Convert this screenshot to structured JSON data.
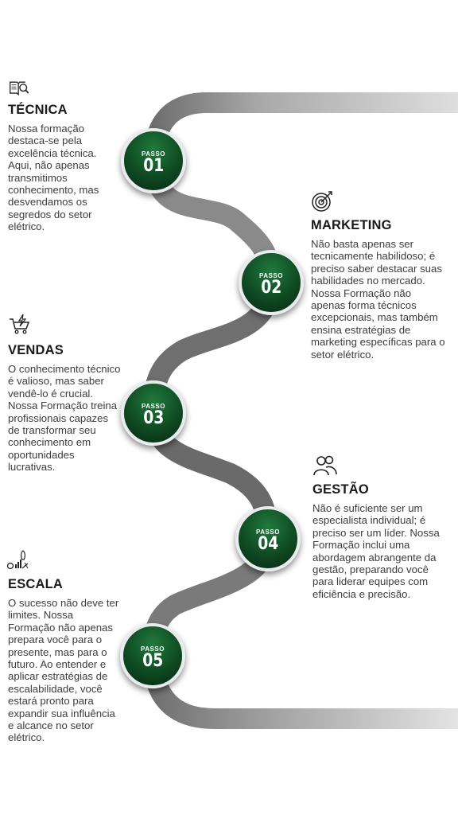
{
  "steps": [
    {
      "label": "PASSO",
      "number": "01"
    },
    {
      "label": "PASSO",
      "number": "02"
    },
    {
      "label": "PASSO",
      "number": "03"
    },
    {
      "label": "PASSO",
      "number": "04"
    },
    {
      "label": "PASSO",
      "number": "05"
    }
  ],
  "sections": {
    "tecnica": {
      "icon": "book-magnifier-icon",
      "title": "TÉCNICA",
      "text": "Nossa formação destaca-se pela excelência técnica. Aqui, não apenas transmitimos conhecimento, mas desvendamos os segredos do setor elétrico."
    },
    "marketing": {
      "icon": "target-icon",
      "title": "MARKETING",
      "text": "Não basta apenas ser tecnicamente habilidoso; é preciso saber destacar suas habilidades no mercado. Nossa Formação não apenas forma técnicos excepcionais, mas também ensina estratégias de marketing específicas para o setor elétrico."
    },
    "vendas": {
      "icon": "cart-bolt-icon",
      "title": "VENDAS",
      "text": "O conhecimento técnico é valioso, mas saber vendê-lo é crucial. Nossa Formação treina profissionais capazes de transformar seu conhecimento em oportunidades lucrativas."
    },
    "gestao": {
      "icon": "people-icon",
      "title": "GESTÃO",
      "text": "Não é suficiente ser um especialista individual; é preciso ser um líder. Nossa Formação inclui uma abordagem abrangente da gestão, preparando você para liderar equipes com eficiência e precisão."
    },
    "escala": {
      "icon": "growth-rocket-icon",
      "title": "ESCALA",
      "text": "O sucesso não deve ter limites. Nossa Formação não apenas prepara você para o presente, mas para o futuro. Ao entender e aplicar estratégias de escalabilidade, você estará pronto para expandir sua influência e alcance no setor elétrico."
    }
  }
}
